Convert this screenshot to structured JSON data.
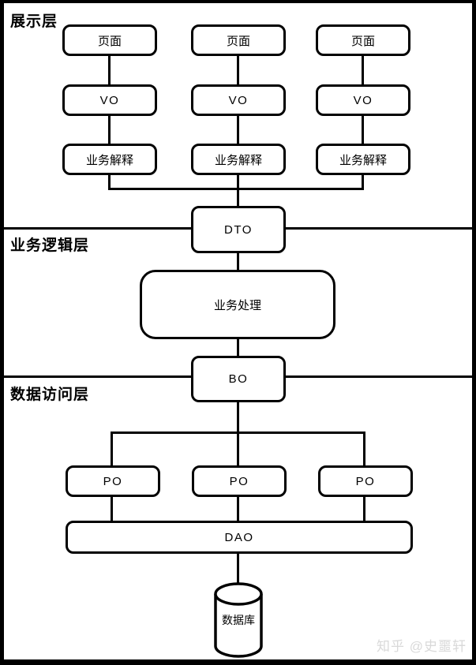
{
  "diagram": {
    "layers": [
      {
        "label": "展示层"
      },
      {
        "label": "业务逻辑层"
      },
      {
        "label": "数据访问层"
      }
    ],
    "presentation_columns": [
      {
        "page": "页面",
        "vo": "VO",
        "interpret": "业务解释"
      },
      {
        "page": "页面",
        "vo": "VO",
        "interpret": "业务解释"
      },
      {
        "page": "页面",
        "vo": "VO",
        "interpret": "业务解释"
      }
    ],
    "dto": "DTO",
    "business_process": "业务处理",
    "bo": "BO",
    "po_nodes": [
      "PO",
      "PO",
      "PO"
    ],
    "dao": "DAO",
    "database": "数据库"
  },
  "watermark": "知乎 @史噩轩",
  "colors": {
    "stroke": "#000000",
    "background": "#ffffff",
    "watermark_text": "#d9d9d9"
  }
}
